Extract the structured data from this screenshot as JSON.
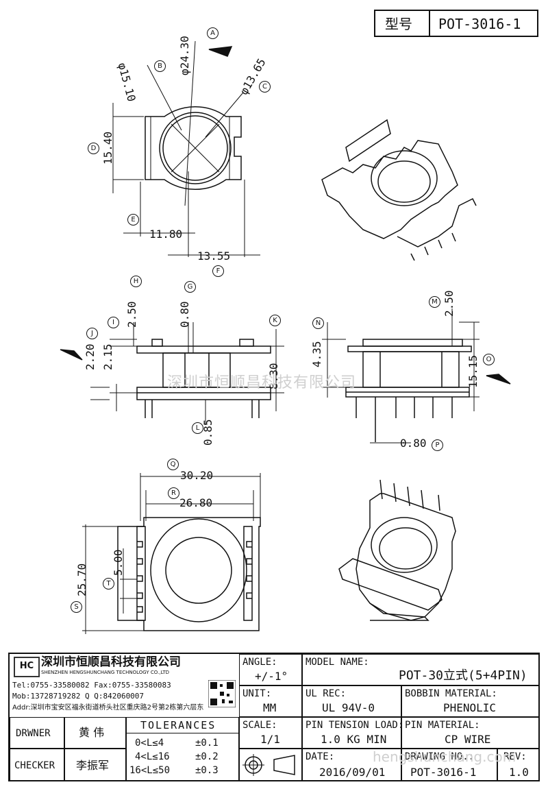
{
  "header": {
    "type_label": "型号",
    "model": "POT-3016-1"
  },
  "dimensions": {
    "A": "φ24.30",
    "B": "φ15.10",
    "C": "φ13.65",
    "D": "15.40",
    "E": "11.80",
    "F": "13.55",
    "G": "0.80",
    "H": "2.50",
    "I": "2.15",
    "J": "2.20",
    "K": "8.30",
    "L": "0.85",
    "M": "2.50",
    "N": "4.35",
    "O": "15.15",
    "P": "0.80",
    "Q": "30.20",
    "R": "26.80",
    "S": "25.70",
    "T": "5.00"
  },
  "letters": [
    "A",
    "B",
    "C",
    "D",
    "E",
    "F",
    "G",
    "H",
    "I",
    "J",
    "K",
    "L",
    "M",
    "N",
    "O",
    "P",
    "Q",
    "R",
    "S",
    "T"
  ],
  "watermark": "深圳市恒顺昌科技有限公司",
  "watermark_url": "hengshunchang.com",
  "company": {
    "name_cn": "深圳市恒顺昌科技有限公司",
    "name_en": "SHENZHEN HENGSHUNCHANG TECHNOLOGY CO.,LTD",
    "tel_fax": "Tel:0755-33580082 Fax:0755-33580083",
    "mob_qq": "Mob:13728719282      Q  Q:842060007",
    "addr": "Addr:深圳市宝安区福永街道桥头社区重庆路2号第2栋第六层东"
  },
  "title_block": {
    "drawer_label": "DRWNER",
    "drawer_name": "黄 伟",
    "checker_label": "CHECKER",
    "checker_name": "李振军",
    "tolerances_label": "TOLERANCES",
    "tolerances": [
      {
        "range": "0<L≤4",
        "tol": "±0.1"
      },
      {
        "range": "4<L≤16",
        "tol": "±0.2"
      },
      {
        "range": "16<L≤50",
        "tol": "±0.3"
      }
    ],
    "angle_label": "ANGLE:",
    "angle_value": "+/-1°",
    "unit_label": "UNIT:",
    "unit_value": "MM",
    "scale_label": "SCALE:",
    "scale_value": "1/1",
    "model_name_label": "MODEL NAME:",
    "model_name_value": "POT-30立式(5+4PIN)",
    "ul_label": "UL REC:",
    "ul_value": "UL 94V-0",
    "bobbin_label": "BOBBIN MATERIAL:",
    "bobbin_value": "PHENOLIC",
    "tension_label": "PIN TENSION LOAD:",
    "tension_value": "1.0 KG MIN",
    "pin_material_label": "PIN MATERIAL:",
    "pin_material_value": "CP WIRE",
    "date_label": "DATE:",
    "date_value": "2016/09/01",
    "drawing_no_label": "DRAWING NO.:",
    "drawing_no_value": "POT-3016-1",
    "rev_label": "REV:",
    "rev_value": "1.0"
  }
}
